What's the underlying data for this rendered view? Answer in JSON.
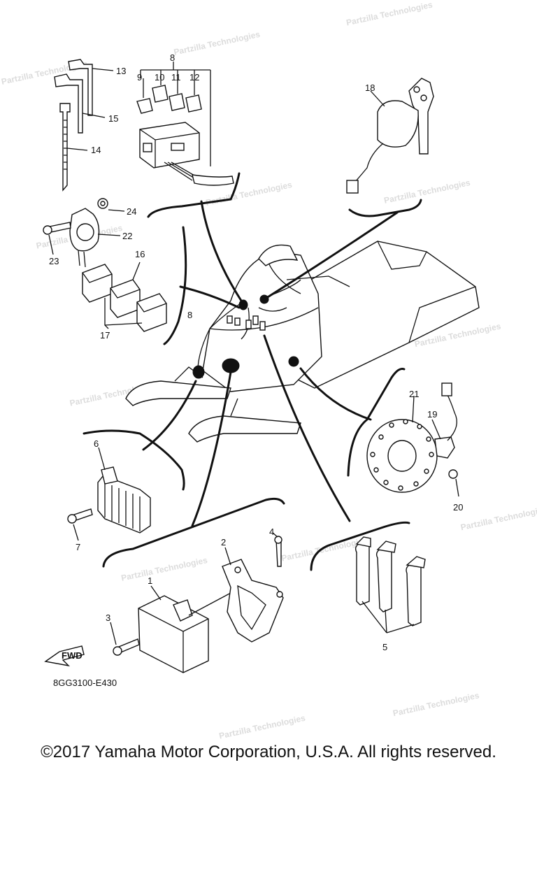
{
  "diagram": {
    "callouts": {
      "c1": "1",
      "c2": "2",
      "c3": "3",
      "c4": "4",
      "c5": "5",
      "c6": "6",
      "c7": "7",
      "c8a": "8",
      "c8b": "8",
      "c9": "9",
      "c10": "10",
      "c11": "11",
      "c12": "12",
      "c13": "13",
      "c14": "14",
      "c15": "15",
      "c16": "16",
      "c17": "17",
      "c18": "18",
      "c19": "19",
      "c20": "20",
      "c21": "21",
      "c22": "22",
      "c23": "23",
      "c24": "24"
    },
    "fwd_label": "FWD",
    "drawing_code": "8GG3100-E430",
    "watermark": "Partzilla Technologies"
  },
  "footer": {
    "copyright": "©2017 Yamaha Motor Corporation, U.S.A. All rights reserved."
  }
}
